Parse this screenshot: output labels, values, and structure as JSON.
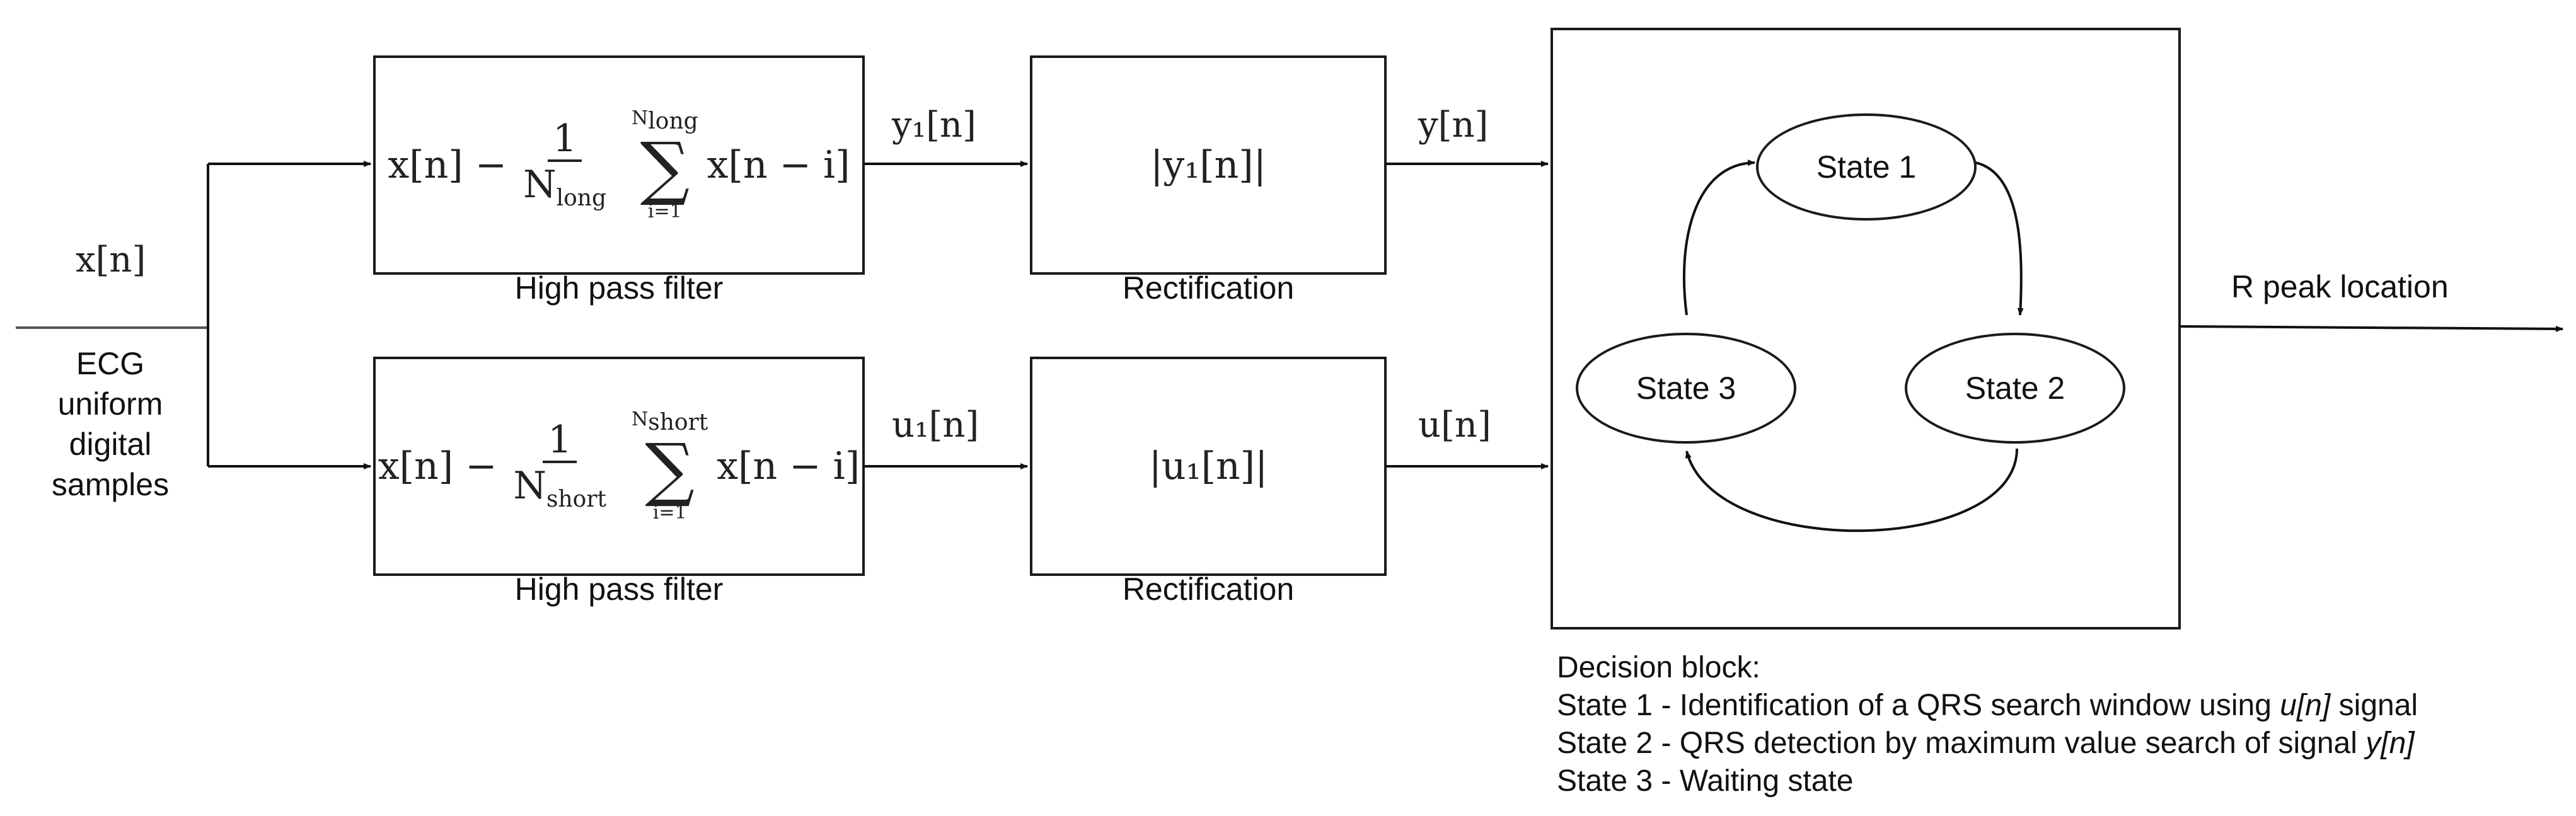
{
  "input": {
    "signal": "x[n]",
    "description_lines": [
      "ECG",
      "uniform",
      "digital",
      "samples"
    ]
  },
  "top_branch": {
    "filter": {
      "lead": "x[n] −",
      "frac_num": "1",
      "frac_den": "N",
      "frac_den_sub": "long",
      "sum_upper": "N",
      "sum_upper_sub": "long",
      "sum_lower": "i=1",
      "term": "x[n − i]",
      "caption": "High pass filter"
    },
    "filter_output": "y₁[n]",
    "rect_expr": "|y₁[n]|",
    "rect_caption": "Rectification",
    "rect_output": "y[n]"
  },
  "bottom_branch": {
    "filter": {
      "lead": "x[n] −",
      "frac_num": "1",
      "frac_den": "N",
      "frac_den_sub": "short",
      "sum_upper": "N",
      "sum_upper_sub": "short",
      "sum_lower": "i=1",
      "term": "x[n − i]",
      "caption": "High pass filter"
    },
    "filter_output": "u₁[n]",
    "rect_expr": "|u₁[n]|",
    "rect_caption": "Rectification",
    "rect_output": "u[n]"
  },
  "decision": {
    "states": [
      "State 1",
      "State 2",
      "State 3"
    ],
    "output_label": "R peak location",
    "notes": {
      "title": "Decision block:",
      "s1_prefix": "State 1 - Identification of a QRS search window using ",
      "s1_signal": "u[n]",
      "s1_suffix": " signal",
      "s2_prefix": "State 2 - QRS detection by maximum value search of signal ",
      "s2_signal": "y[n]",
      "s3": "State 3 - Waiting state"
    }
  }
}
